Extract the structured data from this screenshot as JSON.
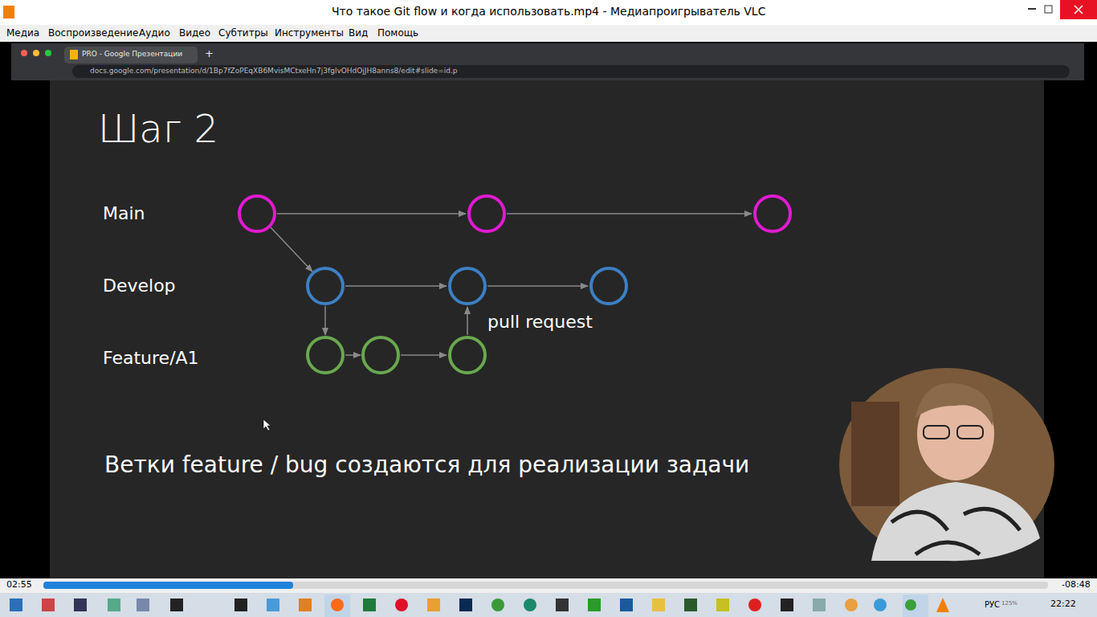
{
  "diagram": {
    "title": "Шаг 2",
    "caption": "Ветки feature / bug создаются для реализации задачи",
    "labels": [
      "Что такое Git flow и когда использовать.mp4 - Медиапроигрыватель VLC",
      "Медиа",
      "Воспроизведение",
      "Аудио",
      "Видео",
      "Субтитры",
      "Инструменты",
      "Вид",
      "Помощь",
      "PRO - Google Презентации",
      "+",
      "docs.google.com/presentation/d/1Bp7fZoPEqXB6MvisMCtxeHn7j3fglvOHdOjJH8anns8/edit#slide=id.p",
      "Main",
      "Develop",
      "Feature/A1",
      "pull request",
      "02:55",
      "-08:48",
      "РУС",
      "125%",
      "22:22"
    ]
  }
}
